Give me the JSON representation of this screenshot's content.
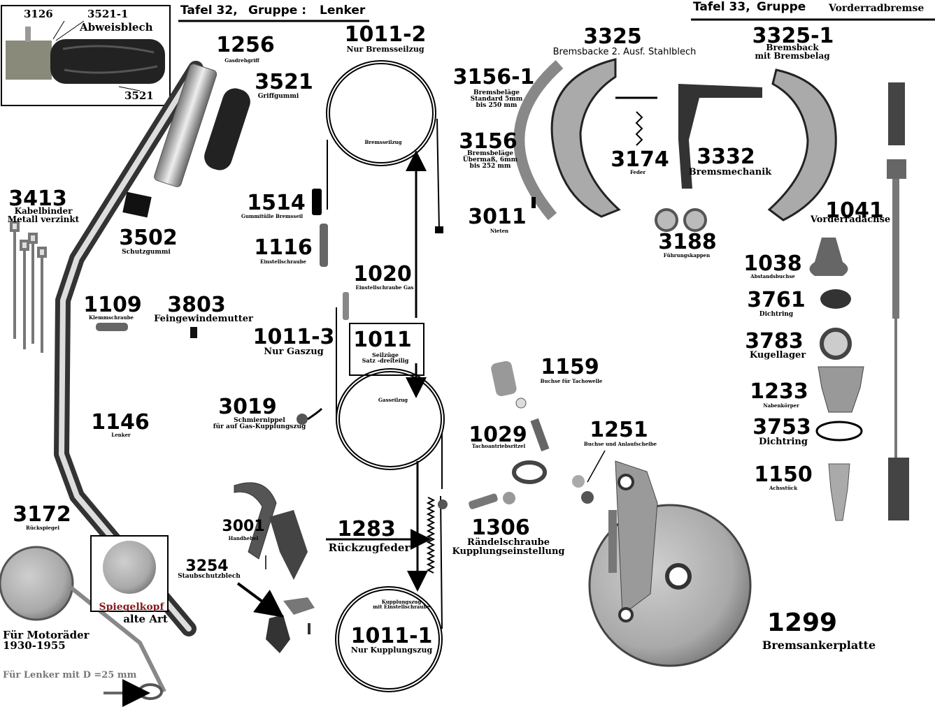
{
  "header_left": {
    "tafel": "Tafel 32,",
    "gruppe": "Gruppe :",
    "name": "Lenker"
  },
  "header_right": {
    "tafel": "Tafel 33,",
    "gruppe": "Gruppe",
    "name": "Vorderradbremse"
  },
  "inset": {
    "n1": "3126",
    "n2": "3521-1",
    "n2_text": "Abweisblech",
    "n3": "3521"
  },
  "parts": {
    "p1256": {
      "num": "1256",
      "text": "Gasdrehgriff"
    },
    "p3521": {
      "num": "3521",
      "text": "Griffgummi"
    },
    "p1011_2": {
      "num": "1011-2",
      "text": "Nur Bremsseilzug"
    },
    "p_bremsseilzug": {
      "text": "Bremsseilzug"
    },
    "p3156_1": {
      "num": "3156-1",
      "text": "Bremsbeläge\nStandard 5mm\nbis 250 mm"
    },
    "p3325": {
      "num": "3325",
      "text": "Bremsbacke 2. Ausf. Stahlblech"
    },
    "p3325_1": {
      "num": "3325-1",
      "text": "Bremsback\nmit Bremsbelag"
    },
    "p3156": {
      "num": "3156",
      "text": "Bremsbeläge\nÜbermaß, 6mm\nbis 252 mm"
    },
    "p3174": {
      "num": "3174",
      "text": "Feder"
    },
    "p3332": {
      "num": "3332",
      "text": "Bremsmechanik"
    },
    "p3011": {
      "num": "3011",
      "text": "Nieten"
    },
    "p1041": {
      "num": "1041",
      "text": "Vorderradachse"
    },
    "p3188": {
      "num": "3188",
      "text": "Führungskappen"
    },
    "p3413": {
      "num": "3413",
      "text": "Kabelbinder\nMetall verzinkt"
    },
    "p3502": {
      "num": "3502",
      "text": "Schutzgummi"
    },
    "p1514": {
      "num": "1514",
      "text": "Gummitülle Bremsseil"
    },
    "p1116": {
      "num": "1116",
      "text": "Einstellschraube"
    },
    "p1038": {
      "num": "1038",
      "text": "Abstandsbuchse"
    },
    "p1020": {
      "num": "1020",
      "text": "Einstellschraube Gas"
    },
    "p3761": {
      "num": "3761",
      "text": "Dichtring"
    },
    "p1109": {
      "num": "1109",
      "text": "Klemmschraube"
    },
    "p3803": {
      "num": "3803",
      "text": "Feingewindemutter"
    },
    "p1011_3": {
      "num": "1011-3",
      "text": "Nur Gaszug"
    },
    "p1011": {
      "num": "1011",
      "text": "Seilzüge\nSatz -dreiteilig"
    },
    "p3783": {
      "num": "3783",
      "text": "Kugellager"
    },
    "p1159": {
      "num": "1159",
      "text": "Buchse für Tachowelle"
    },
    "p1233": {
      "num": "1233",
      "text": "Nabenkörper"
    },
    "p_gasseilzug": {
      "text": "Gasseilzug"
    },
    "p3019": {
      "num": "3019",
      "text": "Schmiernippel\nfür auf Gas-Kupplungszug"
    },
    "p1146": {
      "num": "1146",
      "text": "Lenker"
    },
    "p3753": {
      "num": "3753",
      "text": "Dichtring"
    },
    "p1029": {
      "num": "1029",
      "text": "Tachoantriebsritzel"
    },
    "p1251": {
      "num": "1251",
      "text": "Buchse und Anlaufscheibe"
    },
    "p1150": {
      "num": "1150",
      "text": "Achsstück"
    },
    "p3172": {
      "num": "3172",
      "text": "Rückspiegel"
    },
    "p3001": {
      "num": "3001",
      "text": "Handhebel"
    },
    "p1283": {
      "num": "1283",
      "text": "Rückzugfeder"
    },
    "p1306": {
      "num": "1306",
      "text": "Rändelschraube\nKupplungseinstellung"
    },
    "p3254": {
      "num": "3254",
      "text": "Staubschutzblech"
    },
    "p_kupplungszug": {
      "text": "Kupplungszug\nmit Einstellschraube"
    },
    "p1299": {
      "num": "1299",
      "text": "Bremsankerplatte"
    },
    "p1011_1": {
      "num": "1011-1",
      "text": "Nur Kupplungszug"
    }
  },
  "mirror": {
    "spiegelkopf": "Spiegelkopf",
    "alte_art": "alte Art"
  },
  "notes": {
    "fur_motorader": "Für Motoräder\n1930-1955",
    "fur_lenker": "Für Lenker mit D =25 mm"
  }
}
